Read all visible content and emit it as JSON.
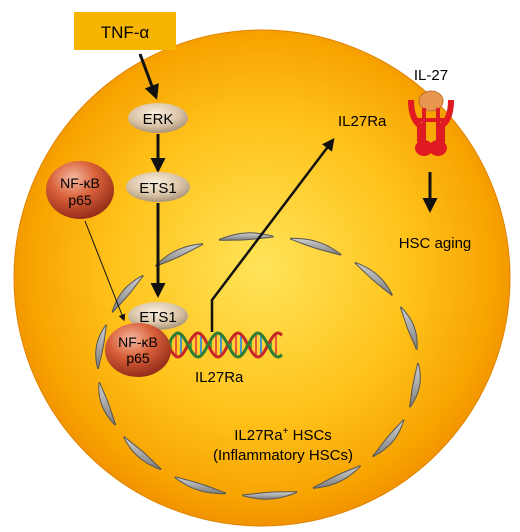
{
  "stimulus": {
    "tnf_label": "TNF-α",
    "box_color": "#f7b400"
  },
  "receptor": {
    "label": "IL-27",
    "ligand_color": "#e8964f",
    "receptor_color": "#e01a22"
  },
  "pathway": {
    "erk": "ERK",
    "ets1": "ETS1",
    "ets1_bound": "ETS1",
    "nfkb_line1": "NF-κB",
    "nfkb_line2": "p65",
    "nfkb_bound_line1": "NF-κB",
    "nfkb_bound_line2": "p65",
    "gene": "IL27Ra",
    "product": "IL27Ra",
    "outcome": "HSC aging"
  },
  "cell": {
    "label_line1": "IL27Ra",
    "label_sup": "+",
    "label_line1_rest": " HSCs",
    "label_line2": "(Inflammatory HSCs)",
    "cell_outer_color": "#f5a000",
    "cell_inner_color": "#ffd640",
    "nuclear_membrane_color": "#a9a9a9"
  }
}
